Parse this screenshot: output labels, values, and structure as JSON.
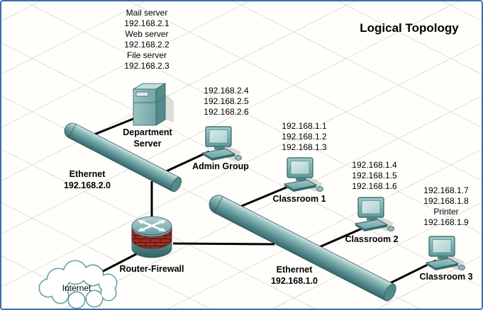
{
  "title": "Logical Topology",
  "colors": {
    "border": "#3b6fa8",
    "grid": "#dededa",
    "device_teal": "#5f9ea0",
    "device_teal_dark": "#35686a",
    "device_teal_light": "#c6dfdf",
    "firewall_brick": "#9c2f28",
    "link_line": "#000000"
  },
  "labels": {
    "server_list": [
      "Mail server",
      "192.168.2.1",
      "Web server",
      "192.168.2.2",
      "File server",
      "192.168.2.3"
    ],
    "admin_ips": [
      "192.168.2.4",
      "192.168.2.5",
      "192.168.2.6"
    ],
    "classroom1_ips": [
      "192.168.1.1",
      "192.168.1.2",
      "192.168.1.3"
    ],
    "classroom2_ips": [
      "192.168.1.4",
      "192.168.1.5",
      "192.168.1.6"
    ],
    "classroom3_ips": [
      "192.168.1.7",
      "192.168.1.8",
      "Printer",
      "192.168.1.9"
    ],
    "department_server": [
      "Department",
      "Server"
    ],
    "admin_group": "Admin Group",
    "classroom1": "Classroom 1",
    "classroom2": "Classroom 2",
    "classroom3": "Classroom 3",
    "ethernet2": [
      "Ethernet",
      "192.168.2.0"
    ],
    "ethernet1": [
      "Ethernet",
      "192.168.1.0"
    ],
    "router": "Router-Firewall",
    "internet": "Internet"
  }
}
